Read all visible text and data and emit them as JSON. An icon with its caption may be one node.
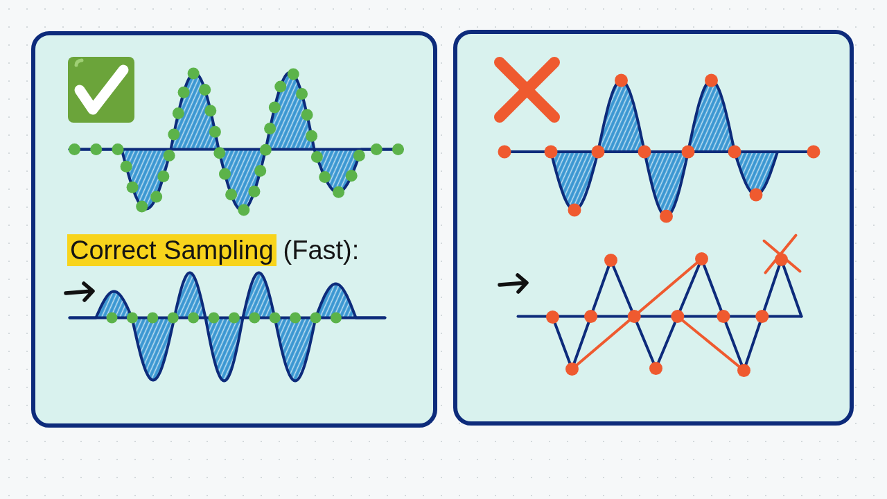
{
  "diagram": {
    "nodes": [
      {
        "text": [],
        "shape": "box"
      },
      {
        "text": [
          "Correct Sampling"
        ],
        "beside": [
          "(Fast):"
        ],
        "in": 0
      },
      {
        "text": [],
        "shape": "box"
      }
    ]
  }
}
